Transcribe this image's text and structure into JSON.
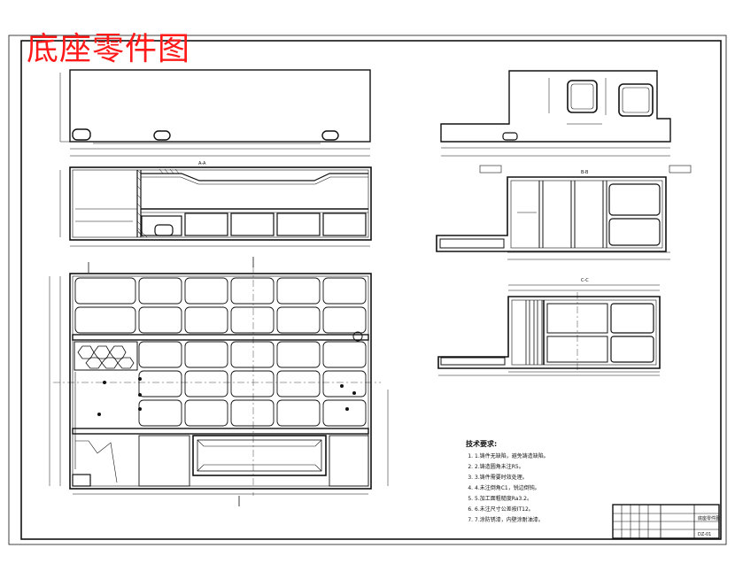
{
  "drawing": {
    "title": "底座零件图",
    "colors": {
      "title": "#ff1a1a",
      "line": "#111111",
      "paper": "#ffffff"
    },
    "section_labels": {
      "a": "A-A",
      "b": "B-B",
      "c": "C-C"
    }
  },
  "notes": {
    "heading": "技术要求:",
    "items": [
      "1.铸件无缺陷，避免铸造缺陷。",
      "2.铸造圆角未注R5。",
      "3.铸件需要时效处理。",
      "4.未注倒角C1，锐边倒钝。",
      "5.加工面粗糙度Ra3.2。",
      "6.未注尺寸公差按IT12。",
      "7.涂防锈漆，内壁涂耐油漆。"
    ]
  },
  "title_block": {
    "part_name": "底座零件图",
    "drawing_no": "DZ-01"
  }
}
